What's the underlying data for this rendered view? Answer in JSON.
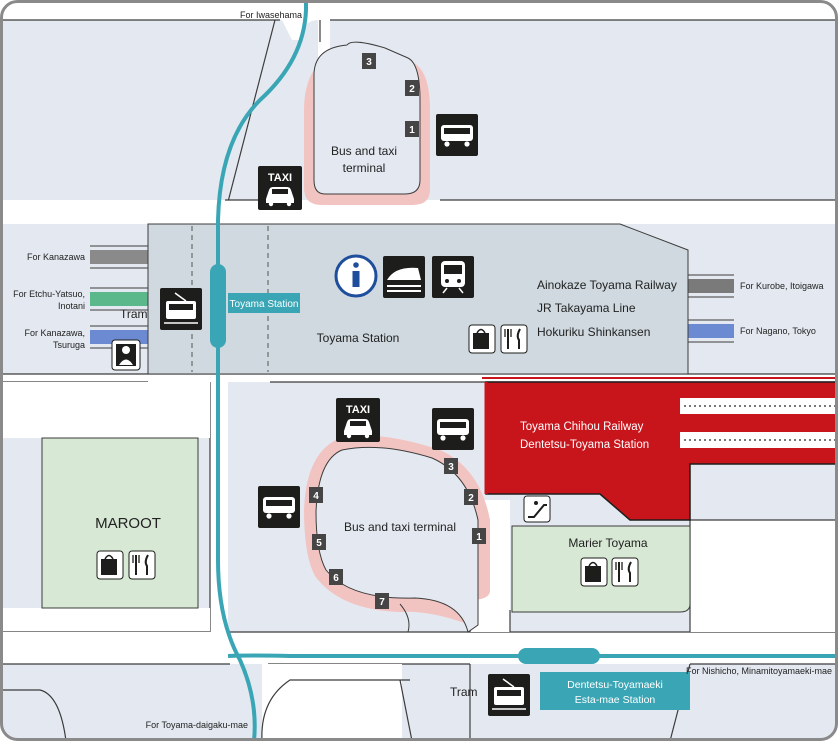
{
  "directions": {
    "north": "For Iwasehama",
    "kanazawa": "For Kanazawa",
    "etchu_line1": "For Etchu-Yatsuo,",
    "etchu_line2": "Inotani",
    "tsuruga_line1": "For Kanazawa,",
    "tsuruga_line2": "Tsuruga",
    "kurobe": "For Kurobe, Itoigawa",
    "nagano": "For Nagano, Tokyo",
    "nishicho": "For Nishicho, Minamitoyamaeki-mae",
    "daigaku": "For Toyama-daigaku-mae"
  },
  "north_terminal": {
    "line1": "Bus and taxi",
    "line2": "terminal",
    "bays": [
      "1",
      "2",
      "3"
    ]
  },
  "south_terminal": {
    "label": "Bus and taxi terminal",
    "bays": [
      "1",
      "2",
      "3",
      "4",
      "5",
      "6",
      "7"
    ]
  },
  "station": {
    "name": "Toyama Station",
    "tram_stop": "Toyama Station",
    "lines": [
      "Ainokaze Toyama Railway",
      "JR Takayama Line",
      "Hokuriku Shinkansen"
    ]
  },
  "chihou": {
    "line1": "Toyama Chihou Railway",
    "line2": "Dentetsu-Toyama Station"
  },
  "marier": {
    "name": "Marier Toyama"
  },
  "maroot": {
    "name": "MAROOT"
  },
  "tram": {
    "label": "Tram"
  },
  "esta": {
    "line1": "Dentetsu-Toyamaeki",
    "line2": "Esta-mae Station"
  },
  "icons": {
    "taxi": "TAXI"
  },
  "colors": {
    "background": "#e4e9f1",
    "road": "#ffffff",
    "tram_line": "#3aa6b5",
    "station": "#cfd9df",
    "chihou": "#c8151c",
    "green_block": "#d7e8d4",
    "terminal_ring": "#f2c4c1",
    "icon_bg": "#1d1d1b",
    "jr_kanazawa": "#8a8a8a",
    "etchu": "#5bb88a",
    "tsuruga": "#6b8ad1",
    "kurobe": "#7a7a7a",
    "nagano": "#6b8ad1"
  }
}
